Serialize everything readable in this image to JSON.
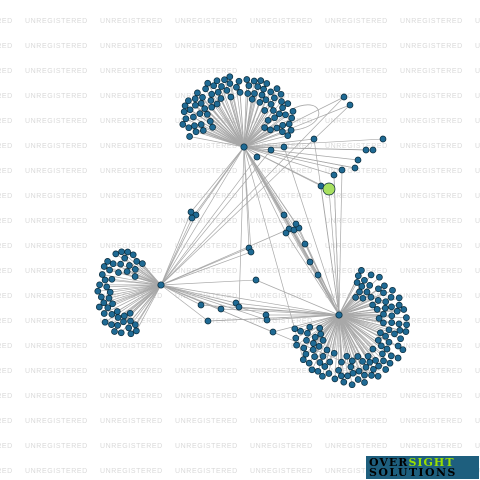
{
  "watermark": {
    "text": "UNREGISTERED"
  },
  "logo": {
    "word1_part1": "OVER",
    "word1_part2": "SIGHT",
    "word2": "SOLUTIONS"
  },
  "graph": {
    "colors": {
      "node": "#1f6a94",
      "node_outline": "#0a2a3a",
      "highlight": "#a8e060",
      "edge": "#a8a8a8"
    },
    "hub_count": 3,
    "leaf_node_count_approx": 260,
    "highlighted_node_count": 1
  }
}
